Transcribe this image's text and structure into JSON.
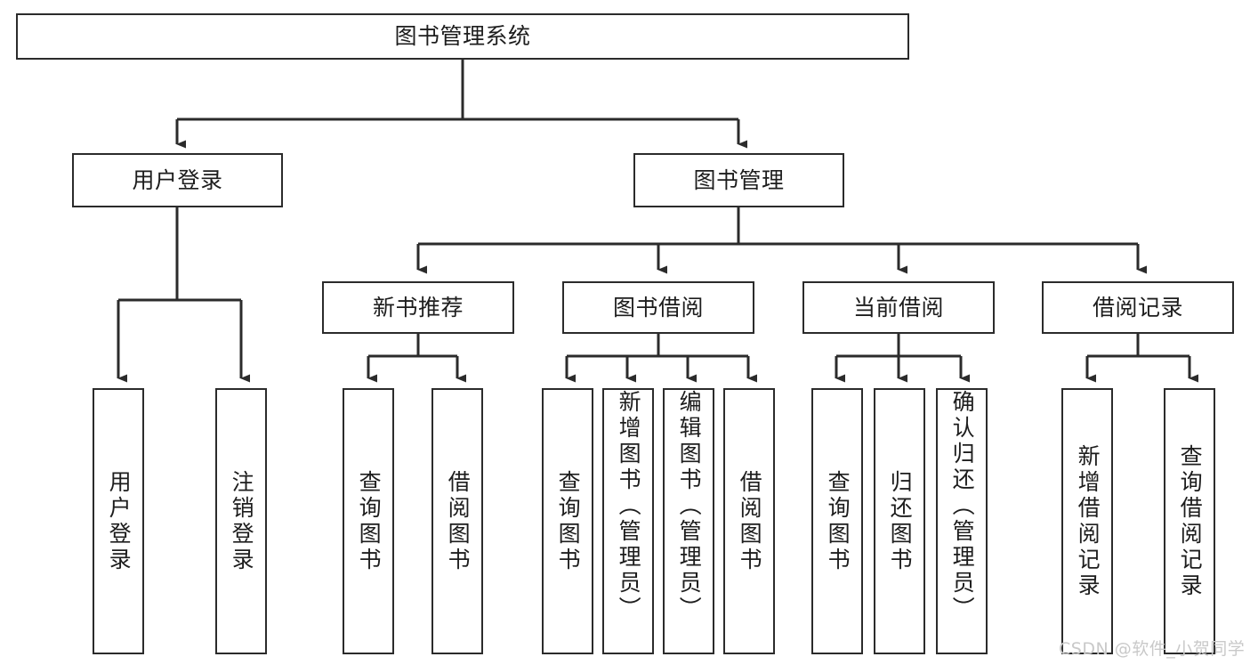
{
  "diagram": {
    "title": "图书管理系统",
    "type": "tree",
    "line_color": "#2b2b2b",
    "box_fill": "#ffffff",
    "text_color": "#1d1d1d",
    "background": "#ffffff",
    "levels": {
      "root": {
        "label": "图书管理系统"
      },
      "level2": [
        {
          "label": "用户登录"
        },
        {
          "label": "图书管理"
        }
      ],
      "level3": [
        {
          "label": "新书推荐"
        },
        {
          "label": "图书借阅"
        },
        {
          "label": "当前借阅"
        },
        {
          "label": "借阅记录"
        }
      ],
      "leaves": [
        {
          "label": "用户登录",
          "parent": "用户登录"
        },
        {
          "label": "注销登录",
          "parent": "用户登录"
        },
        {
          "label": "查询图书",
          "parent": "新书推荐"
        },
        {
          "label": "借阅图书",
          "parent": "新书推荐"
        },
        {
          "label": "查询图书",
          "parent": "图书借阅"
        },
        {
          "label": "新增图书（管理员）",
          "parent": "图书借阅"
        },
        {
          "label": "编辑图书（管理员）",
          "parent": "图书借阅"
        },
        {
          "label": "借阅图书",
          "parent": "图书借阅"
        },
        {
          "label": "查询图书",
          "parent": "当前借阅"
        },
        {
          "label": "归还图书",
          "parent": "当前借阅"
        },
        {
          "label": "确认归还（管理员）",
          "parent": "当前借阅"
        },
        {
          "label": "新增借阅记录",
          "parent": "借阅记录"
        },
        {
          "label": "查询借阅记录",
          "parent": "借阅记录"
        }
      ]
    }
  },
  "watermark": {
    "text": "CSDN @软件_小贺同学",
    "color": "#c9c9c9"
  }
}
